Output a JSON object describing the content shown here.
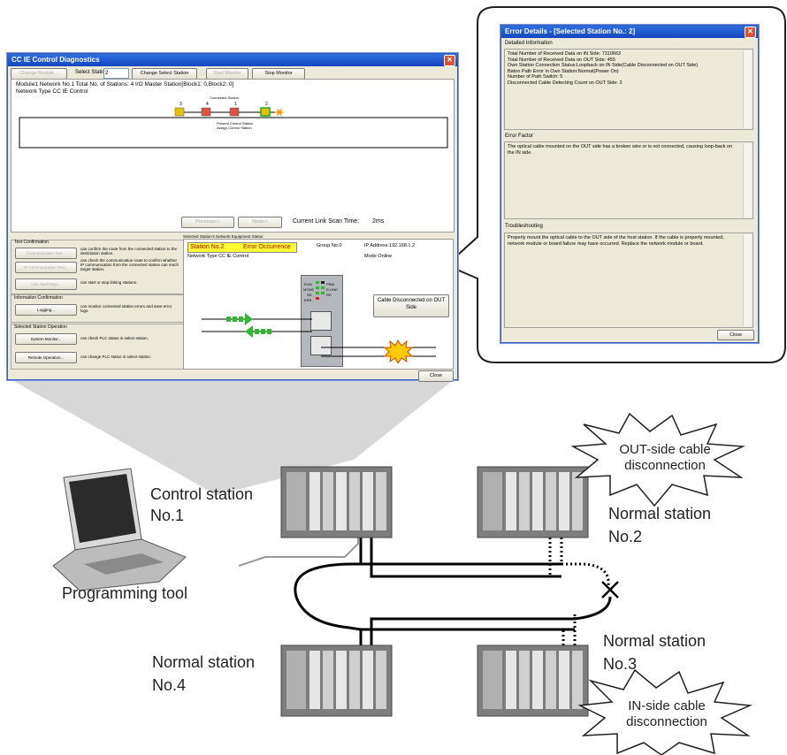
{
  "diag_window": {
    "title": "CC IE Control Diagnostics",
    "toolbar": {
      "change_module": "Change Module...",
      "select_station_label": "Select Station",
      "select_station_value": "2",
      "change_select_station": "Change Select Station",
      "start_monitor": "Start Monitor",
      "stop_monitor": "Stop Monitor"
    },
    "info_line": "Module1  Network No.1  Total No. of Stations:  4  I/O Master Station[Block1:  0,Block2:  0]",
    "network_type": "Network Type CC IE Control",
    "topology": {
      "connected_station_label": "Connected Station",
      "station_numbers": [
        "3",
        "4",
        "1",
        "2"
      ],
      "present_label_1": "Present Control Station",
      "present_label_2": "Assign Control Station"
    },
    "nav": {
      "previous": "Previous<<",
      "next": "Next>>"
    },
    "scan_time_label": "Current Link Scan Time:",
    "scan_time_value": "2ms",
    "test_confirmation": {
      "title": "Test Confirmation",
      "communication_test": "Communication Test...",
      "communication_test_desc": "can confirm the route from the connected station to the destination station.",
      "ip_test": "IP Communication Test...",
      "ip_test_desc": "can check the communication route to confirm whether IP communication from the connected station can reach target station.",
      "link_start_stop": "Link Start/Stop...",
      "link_start_stop_desc": "can start or stop linking stations."
    },
    "information_confirmation": {
      "title": "Information Confirmation",
      "logging": "Logging...",
      "logging_desc": "can monitor connected station errors and save error logs."
    },
    "selected_station_operation": {
      "title": "Selected Station Operation",
      "system_monitor": "System Monitor...",
      "system_monitor_desc": "can check PLC status in select station.",
      "remote_operation": "Remote Operation...",
      "remote_operation_desc": "can change PLC status in select station."
    },
    "equipment_status": {
      "title": "Selected Station's Network Equipment Status",
      "station": "Station No.2",
      "status": "Error Occurrence",
      "group": "Group No.0",
      "ip_address": "IP Address:192.168.1.2",
      "network_type": "Network Type CC IE Control",
      "mode": "Mode Online",
      "leds": [
        "RUN",
        "MODE",
        "SD",
        "ERR.",
        "PRM",
        "D LINK",
        "RD"
      ],
      "cable_button": "Cable Disconnected on OUT Side"
    },
    "close": "Close"
  },
  "error_window": {
    "title": "Error Details - [Selected Station No.:   2]",
    "detailed_information_label": "Detailed Information",
    "detailed_lines": [
      "Total Number of Received Data on IN Side: 7310663",
      "Total Number of Received Data on OUT Side: 455",
      "Own Station Connection Status:Loopback on IN Side(Cable Disconnected on OUT Side)",
      "Baton Path Error in Own Station:Normal(Power On)",
      "Number of Path Switch: 5",
      "Disconnected Cable Detecting Count on OUT Side: 2"
    ],
    "error_factor_label": "Error Factor",
    "error_factor_text": "The optical cable mounted on the OUT side has a broken wire or is not connected, causing loop-back on the IN side.",
    "troubleshooting_label": "Troubleshooting",
    "troubleshooting_text": "Properly mount the optical cable to the OUT side of the host station. If the cable is properly mounted, network module or board failure may have occurred. Replace the network module or board.",
    "close": "Close"
  },
  "diagram": {
    "control_station": [
      "Control station",
      "No.1"
    ],
    "programming_tool": "Programming tool",
    "normal_station_2": [
      "Normal station",
      "No.2"
    ],
    "normal_station_3": [
      "Normal station",
      "No.3"
    ],
    "normal_station_4": [
      "Normal station",
      "No.4"
    ],
    "out_side_burst": [
      "OUT-side cable",
      "disconnection"
    ],
    "in_side_burst": [
      "IN-side cable",
      "disconnection"
    ]
  },
  "colors": {
    "title_blue": "#1d52cc",
    "station_highlight": "#ffff33",
    "error_text": "#cc0000",
    "cable": "#000000"
  }
}
